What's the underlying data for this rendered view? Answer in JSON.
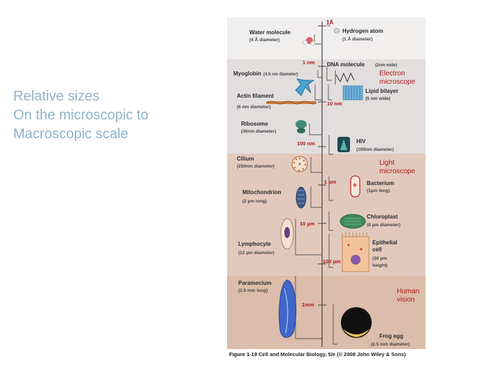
{
  "slide": {
    "lines": [
      "Relative sizes",
      "On the microscopic to",
      "Macroscopic scale"
    ]
  },
  "figure": {
    "caption_number": "Figure 1-19",
    "caption_text": "Cell and Molecular Biology, 5/e (© 2008 John Wiley & Sons)",
    "scale_marks": {
      "angstrom": "1Å",
      "nm1": "1 nm",
      "nm10": "10 nm",
      "nm100": "100 nm",
      "um1": "1 µm",
      "um10": "10 µm",
      "um100": "100 µm",
      "mm1": "1mm"
    },
    "regions": {
      "electron_1": "Electron",
      "electron_2": "microscope",
      "light_1": "Light",
      "light_2": "microscope",
      "human_1": "Human",
      "human_2": "vision"
    },
    "items": {
      "water": {
        "name": "Water molecule",
        "size": "(4 Å diameter)"
      },
      "hydrogen": {
        "name": "Hydrogen atom",
        "size": "(1 Å diameter)"
      },
      "dna": {
        "name": "DNA molecule",
        "size": "(2nm wide)"
      },
      "myoglobin": {
        "name": "Myoglobin",
        "size": "(4.5 nm diameter)"
      },
      "actin": {
        "name": "Actin filament",
        "size": "(6 nm diameter)"
      },
      "lipid": {
        "name": "Lipid bilayer",
        "size": "(5 nm wide)"
      },
      "ribosome": {
        "name": "Ribosome",
        "size": "(30nm diameter)"
      },
      "hiv": {
        "name": "HIV",
        "size": "(100nm diameter)"
      },
      "cilium": {
        "name": "Cilium",
        "size": "(250nm diameter)"
      },
      "bacterium": {
        "name": "Bacterium",
        "size": "(1µm long)"
      },
      "mitochondrion": {
        "name": "Mitochondrion",
        "size": "(2 µm long)"
      },
      "chloroplast": {
        "name": "Chloroplast",
        "size": "(8 µm diameter)"
      },
      "lymphocyte": {
        "name": "Lymphocyte",
        "size": "(12 µm diameter)"
      },
      "epithelial": {
        "name_1": "Epithelial",
        "name_2": "cell",
        "size_1": "(30 µm",
        "size_2": "height)"
      },
      "paramecium": {
        "name": "Paramecium",
        "size": "(1.5 mm long)"
      },
      "frog": {
        "name": "Frog egg",
        "size": "(2.5 mm diameter)"
      }
    }
  }
}
